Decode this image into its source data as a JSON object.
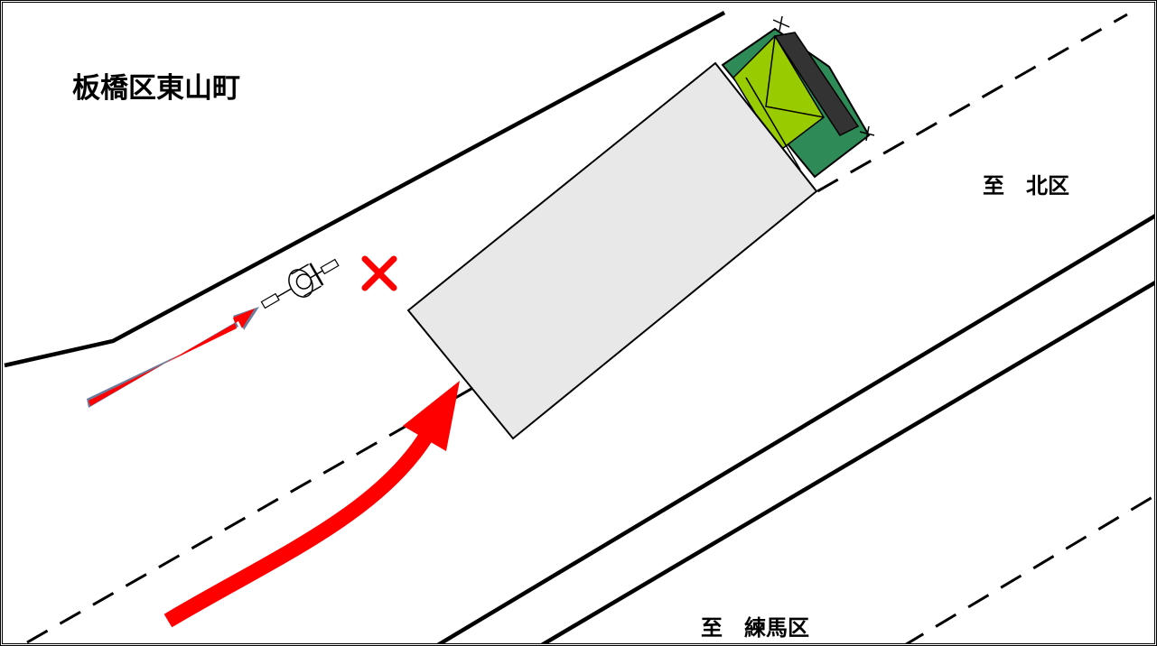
{
  "labels": {
    "place_name": "板橋区東山町",
    "direction_north": "至　北区",
    "direction_south": "至　練馬区"
  },
  "colors": {
    "line": "#000000",
    "truck_cargo": "#e8e8e8",
    "truck_cab": "#2e8b57",
    "truck_windshield": "#99cc00",
    "arrow": "#ff0000",
    "arrow_outline": "#6b7b9b",
    "collision_mark": "#ff0000"
  },
  "icons": {
    "collision": "x-mark-icon",
    "bicycle": "bicycle-rider-icon",
    "truck": "truck-icon"
  }
}
